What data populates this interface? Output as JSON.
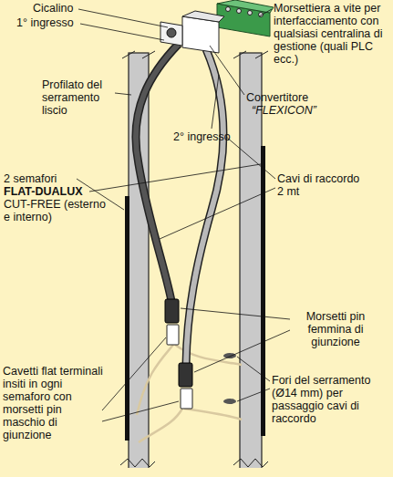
{
  "diagram": {
    "labels": [
      "Cicalino",
      "1° ingresso",
      "Morsettiera a vite per interfacciamento con qualsiasi centralina di gestione (quali PLC ecc.)",
      "Profilato del serramento liscio",
      "Convertitore",
      "“FLEXICON”",
      "2° ingresso",
      "2 semafori",
      "FLAT-DUALUX",
      "CUT-FREE (esterno e interno)",
      "Cavi di raccordo 2 mt",
      "Morsetti pin femmina di giunzione",
      "Cavetti flat terminali insiti in ogni semaforo con morsetti pin maschio di giunzione",
      "Fori del serramento (Ø14 mm) per passaggio cavi di raccordo"
    ]
  }
}
